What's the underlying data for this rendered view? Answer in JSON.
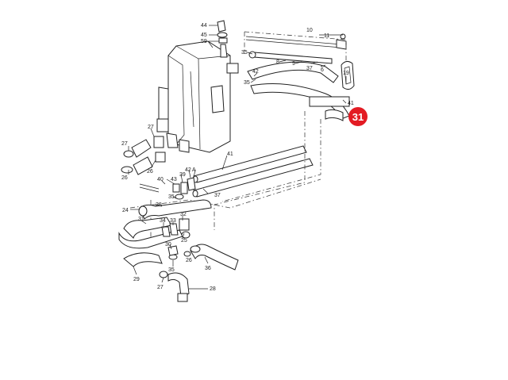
{
  "labels": {
    "l44": "44",
    "l45": "45",
    "l59": "59",
    "l10": "10",
    "l11": "11",
    "l35a": "35",
    "l8": "8",
    "l9": "9",
    "l37a": "37",
    "l6": "6",
    "l42a": "42",
    "l35b": "35",
    "l19": "19",
    "l41a": "41",
    "l27a": "27",
    "l27b": "27",
    "l26a": "26",
    "l26b": "26",
    "l41b": "41",
    "l43": "43",
    "l39": "39",
    "l42b": "42",
    "lA": "A",
    "l40": "40",
    "l35c": "35",
    "l37b": "37",
    "l38": "38",
    "l24": "24",
    "l31": "31",
    "l34": "34",
    "l33": "33",
    "l32": "32",
    "l25": "25",
    "l30": "30",
    "l35d": "35",
    "l26c": "26",
    "l29": "29",
    "l27c": "27",
    "l36": "36",
    "l28": "28"
  },
  "badge": {
    "text": "31",
    "color": "#e31b23"
  },
  "colors": {
    "line": "#222222",
    "background": "#ffffff"
  }
}
